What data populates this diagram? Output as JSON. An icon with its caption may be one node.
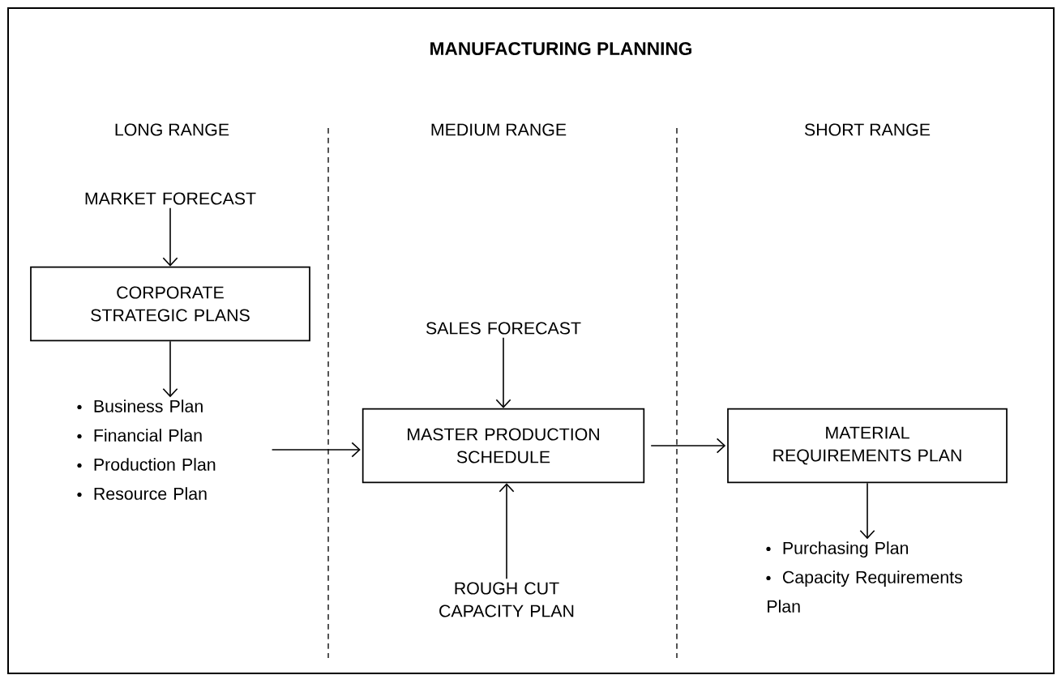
{
  "diagram": {
    "title": "MANUFACTURING PLANNING",
    "nodes": [
      {
        "text": [
          "MARKET FORECAST"
        ]
      },
      {
        "text": [
          "CORPORATE STRATEGIC PLANS"
        ]
      },
      {
        "text": [
          "Business Plan",
          "Financial Plan",
          "Production Plan",
          "Resource Plan"
        ]
      },
      {
        "text": [
          "SALES FORECAST"
        ]
      },
      {
        "text": [
          "MASTER PRODUCTION SCHEDULE"
        ]
      },
      {
        "text": [
          "ROUGH CUT CAPACITY PLAN"
        ]
      },
      {
        "text": [
          "MATERIAL REQUIREMENTS PLAN"
        ]
      },
      {
        "text": [
          "Purchasing Plan",
          "Capacity Requirements Plan"
        ]
      }
    ],
    "edges": [
      {
        "from": 0,
        "to": 1,
        "arrow": "to"
      },
      {
        "from": 1,
        "to": 2,
        "arrow": "to"
      },
      {
        "from": 2,
        "to": 4,
        "arrow": "to"
      },
      {
        "from": 3,
        "to": 4,
        "arrow": "to"
      },
      {
        "from": 5,
        "to": 4,
        "arrow": "to"
      },
      {
        "from": 4,
        "to": 6,
        "arrow": "to"
      },
      {
        "from": 6,
        "to": 7,
        "arrow": "to"
      }
    ],
    "labels": [
      "LONG RANGE",
      "MEDIUM RANGE",
      "SHORT RANGE"
    ]
  }
}
